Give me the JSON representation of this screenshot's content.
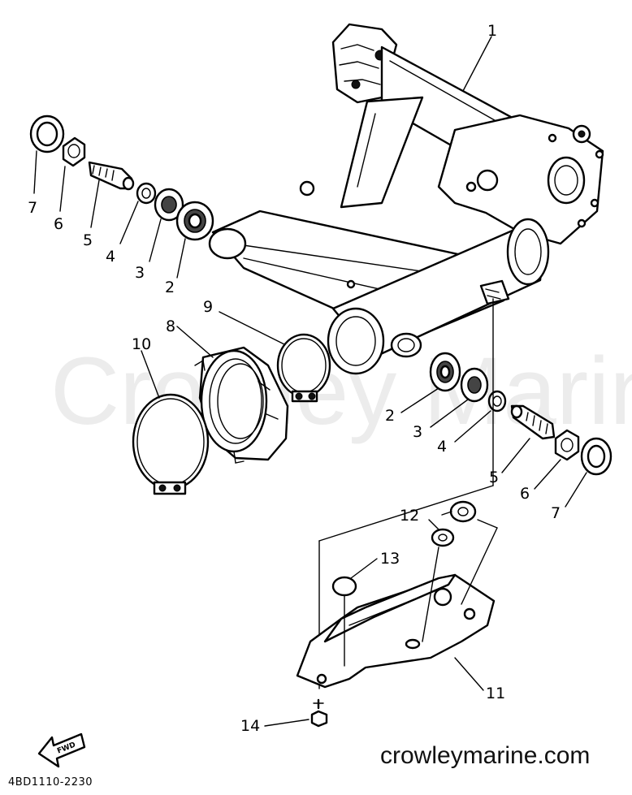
{
  "watermark": "Crowley Marine",
  "website": "crowleymarine.com",
  "diagram_code": "4BD1110-2230",
  "fwd_label": "FWD",
  "callouts": {
    "c1": "1",
    "c2a": "2",
    "c3a": "3",
    "c4a": "4",
    "c5a": "5",
    "c6a": "6",
    "c7a": "7",
    "c2b": "2",
    "c3b": "3",
    "c4b": "4",
    "c5b": "5",
    "c6b": "6",
    "c7b": "7",
    "c8": "8",
    "c9": "9",
    "c10": "10",
    "c11": "11",
    "c12": "12",
    "c13": "13",
    "c14": "14"
  },
  "icons": [
    "fwd-arrow-icon"
  ]
}
